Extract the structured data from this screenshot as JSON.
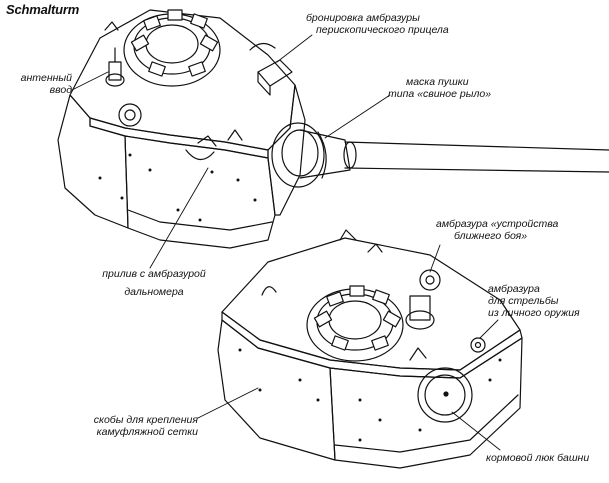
{
  "title": "Schmalturm",
  "labels": {
    "periscope_armor": [
      "бронировка амбразуры",
      "перископического прицела"
    ],
    "antenna": [
      "антенный",
      "ввод"
    ],
    "mantlet": [
      "маска пушки",
      "типа «свиное рыло»"
    ],
    "close_defense": [
      "амбразура «устройства",
      "ближнего боя»"
    ],
    "rangefinder": [
      "прилив с амбразурой",
      "дальномера"
    ],
    "pistol_port": [
      "амбразура",
      "для стрельбы",
      "из личного оружия"
    ],
    "camo_brackets": [
      "скобы для крепления",
      "камуфляжной сетки"
    ],
    "rear_hatch": [
      "кормовой люк башни"
    ]
  },
  "colors": {
    "line": "#111111",
    "background": "#ffffff"
  }
}
